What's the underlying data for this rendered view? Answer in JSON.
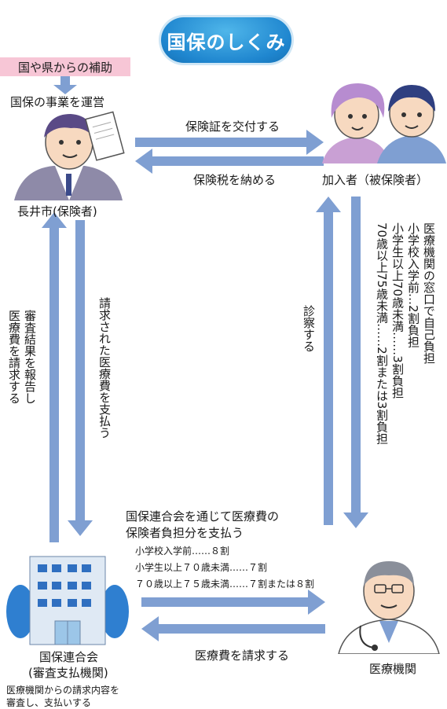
{
  "title": "国保のしくみ",
  "subsidy": "国や県からの補助",
  "city": {
    "caption": "国保の事業を運営",
    "name": "長井市(保険者)"
  },
  "insured": {
    "name": "加入者（被保険者）"
  },
  "federation": {
    "name": "国保連合会",
    "sub": "(審査支払機関)",
    "note": [
      "医療機関からの請求内容を",
      "審査し、支払いする"
    ]
  },
  "medical": {
    "name": "医療機関"
  },
  "flows": {
    "issue_card": "保険証を交付する",
    "pay_tax": "保険税を納める",
    "request_left": [
      "審査結果を報告し",
      "医療費を請求する"
    ],
    "pay_medical": "請求された医療費を支払う",
    "consult": "診察する",
    "claim_medical": "医療費を請求する"
  },
  "burden_patient": {
    "heading": "医療機関の窓口で自己負担",
    "lines": [
      "小学校入学前…2割負担",
      "小学生以上70歳未満……3割負担",
      "70歳以上75歳未満……2割または3割負担"
    ]
  },
  "burden_insurer": {
    "heading": [
      "国保連合会を通じて医療費の",
      "保険者負担分を支払う"
    ],
    "lines": [
      "小学校入学前……８割",
      "小学生以上７０歳未満……７割",
      "７０歳以上７５歳未満……７割または８割"
    ]
  },
  "colors": {
    "arrow": "#7f9fd2",
    "title_bg": "#1f86cf",
    "subsidy_bg": "#f7c6d6",
    "building_tree": "#2f7fd0",
    "building_wall": "#dfe9f4"
  }
}
